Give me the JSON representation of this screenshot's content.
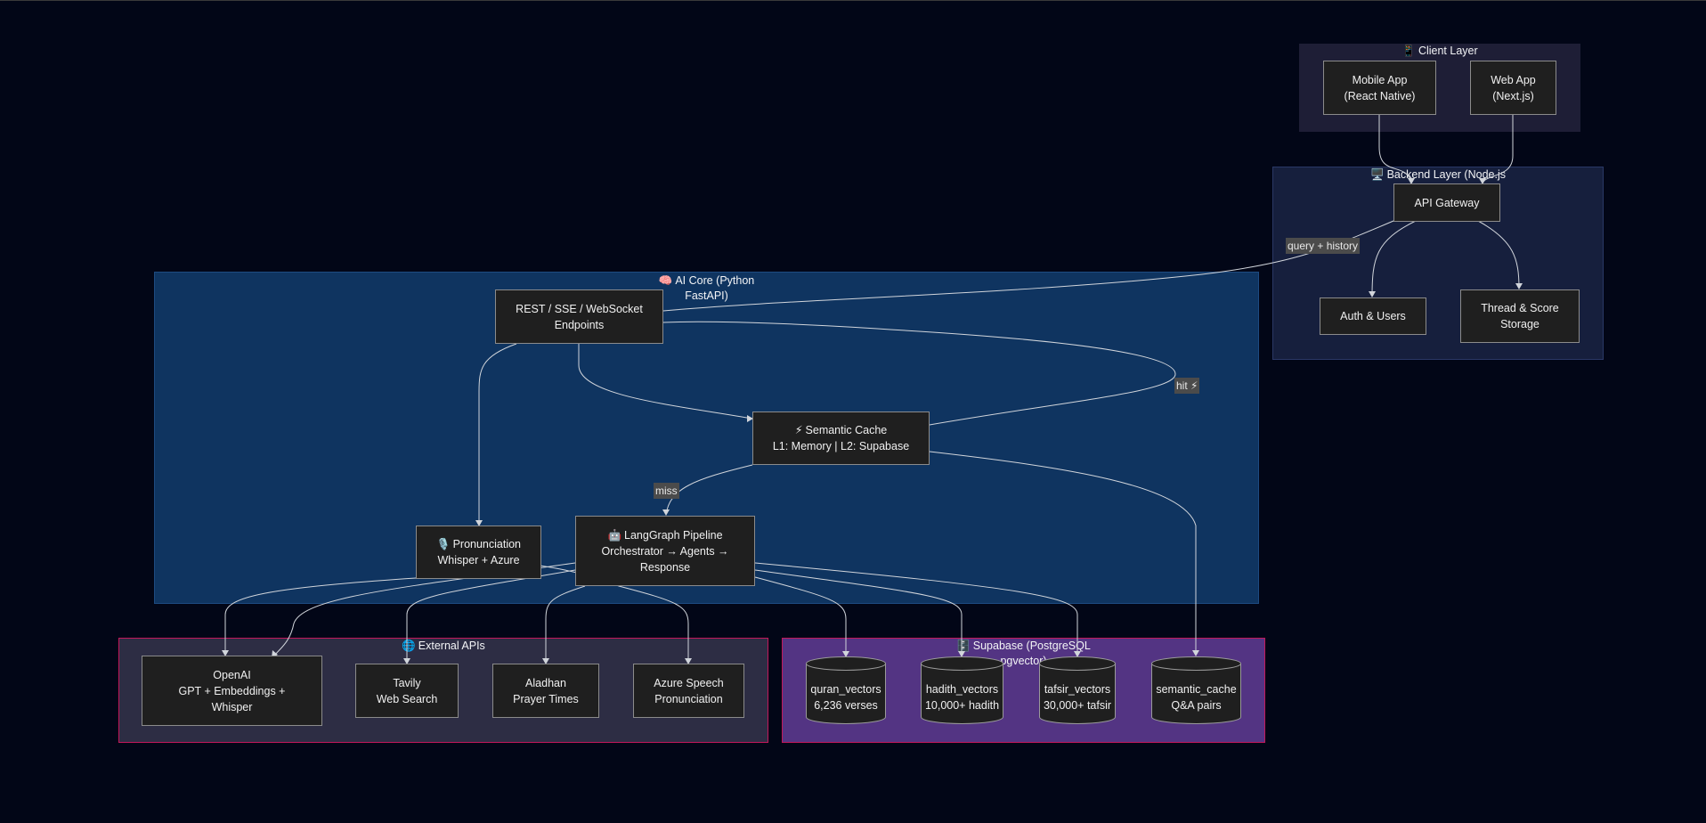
{
  "clusters": {
    "client": {
      "icon": "📱",
      "title": "Client Layer",
      "color": "#1e1e36"
    },
    "backend": {
      "icon": "🖥️",
      "title": "Backend Layer (Node.js",
      "color": "#161f3d"
    },
    "ai": {
      "icon": "🧠",
      "title": "AI Core (Python",
      "title2": "FastAPI)",
      "color": "#0f3460"
    },
    "external": {
      "icon": "🌐",
      "title": "External APIs",
      "color": "#2d2d44"
    },
    "supabase": {
      "icon": "🗄️",
      "title": "Supabase (PostgreSQL",
      "title2": "pgvector)",
      "color": "#533483"
    }
  },
  "nodes": {
    "mobile": [
      "Mobile App",
      "(React Native)"
    ],
    "web": [
      "Web App",
      "(Next.js)"
    ],
    "gateway": [
      "API Gateway"
    ],
    "auth": [
      "Auth & Users"
    ],
    "thread": [
      "Thread & Score",
      "Storage"
    ],
    "rest": [
      "REST / SSE / WebSocket",
      "Endpoints"
    ],
    "cache": {
      "icon": "⚡",
      "line1": "Semantic Cache",
      "line2": "L1: Memory | L2: Supabase"
    },
    "pron": {
      "icon": "🎙️",
      "line1": "Pronunciation",
      "line2": "Whisper + Azure"
    },
    "lang": {
      "icon": "🤖",
      "line1": "LangGraph Pipeline",
      "line2": "Orchestrator → Agents →",
      "line3": "Response"
    },
    "openai": [
      "OpenAI",
      "GPT + Embeddings +",
      "Whisper"
    ],
    "tavily": [
      "Tavily",
      "Web Search"
    ],
    "aladhan": [
      "Aladhan",
      "Prayer Times"
    ],
    "azure": [
      "Azure Speech",
      "Pronunciation"
    ],
    "quran": [
      "quran_vectors",
      "6,236 verses"
    ],
    "hadith": [
      "hadith_vectors",
      "10,000+ hadith"
    ],
    "tafsir": [
      "tafsir_vectors",
      "30,000+ tafsir"
    ],
    "semcache": [
      "semantic_cache",
      "Q&A pairs"
    ]
  },
  "edge_labels": {
    "query": "query + history",
    "hit": "hit ⚡",
    "miss": "miss"
  }
}
